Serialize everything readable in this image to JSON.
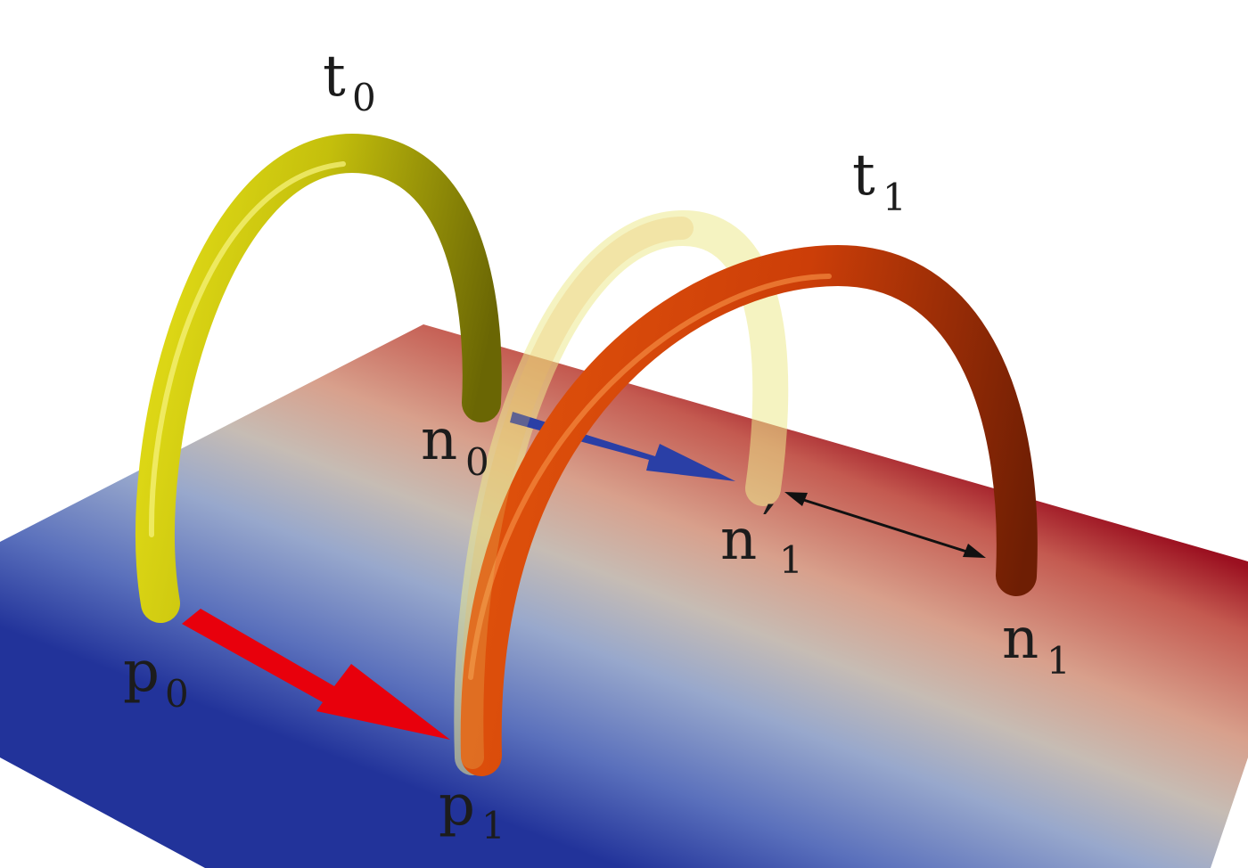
{
  "labels": {
    "t0": {
      "base": "t",
      "sub": "0"
    },
    "t1": {
      "base": "t",
      "sub": "1"
    },
    "n0": {
      "base": "n",
      "sub": "0"
    },
    "n1_prime": {
      "base": "n",
      "prime": "′",
      "sub": "1"
    },
    "n1": {
      "base": "n",
      "sub": "1"
    },
    "p0": {
      "base": "p",
      "sub": "0"
    },
    "p1": {
      "base": "p",
      "sub": "1"
    }
  },
  "colors": {
    "plane_red": "#9b1020",
    "plane_mid": "#c8b4a8",
    "plane_blue": "#22339a",
    "tube_yellow": "#c8c40a",
    "tube_yellow_ghost": "#eeea96",
    "tube_orange": "#d6440c",
    "arrow_red": "#e8000c",
    "arrow_blue": "#2a3fa6",
    "arrow_black": "#111111"
  }
}
